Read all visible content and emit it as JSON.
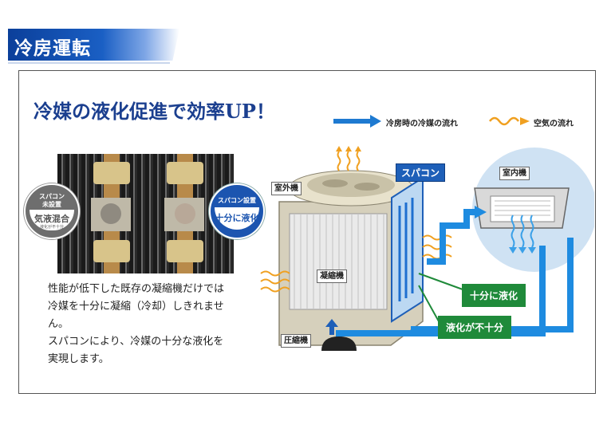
{
  "header": {
    "title": "冷房運転"
  },
  "diagram": {
    "headline": "冷媒の液化促進で効率UP！",
    "legend": {
      "refrigerant_flow": "冷房時の冷媒の流れ",
      "air_flow": "空気の流れ"
    },
    "photo": {
      "badge_left_line1": "スパコン",
      "badge_left_line2": "未設置",
      "badge_left_main": "気液混合",
      "badge_left_sub": "液化が不十分",
      "badge_right_line1": "スパコン設置",
      "badge_right_main": "十分に液化"
    },
    "labels": {
      "outdoor_unit": "室外機",
      "supercon": "スパコン",
      "indoor_unit": "室内機",
      "condenser": "凝縮機",
      "compressor": "圧縮機",
      "fully_liquefied": "十分に液化",
      "insufficient": "液化が不十分"
    },
    "description": [
      "性能が低下した既存の凝縮機だけでは",
      "冷媒を十分に凝縮（冷却）しきれませ",
      "ん。",
      "スパコンにより、冷媒の十分な液化を",
      "実現します。"
    ]
  }
}
